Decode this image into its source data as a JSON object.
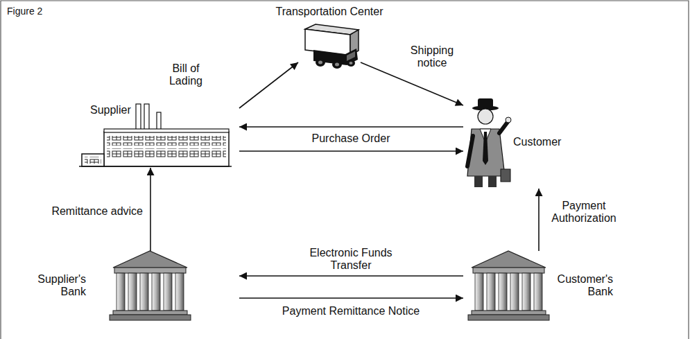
{
  "diagram": {
    "nodes": [
      {
        "text": [
          "Transportation Center"
        ]
      },
      {
        "text": [
          "Supplier"
        ]
      },
      {
        "text": [
          "Customer"
        ]
      },
      {
        "text": [
          "Supplier's Bank"
        ]
      },
      {
        "text": [
          "Customer's Bank"
        ]
      }
    ],
    "edges": [
      {
        "from": 1,
        "to": 0,
        "arrow": "to",
        "label": "Bill of Lading"
      },
      {
        "from": 0,
        "to": 2,
        "arrow": "to",
        "label": "Shipping notice"
      },
      {
        "from": 2,
        "to": 1,
        "arrow": "to",
        "label": "Purchase Order"
      },
      {
        "from": 1,
        "to": 2,
        "arrow": "to"
      },
      {
        "from": 3,
        "to": 1,
        "arrow": "to",
        "label": "Remittance advice"
      },
      {
        "from": 4,
        "to": 2,
        "arrow": "to",
        "label": "Payment Authorization"
      },
      {
        "from": 4,
        "to": 3,
        "arrow": "to",
        "label": "Electronic Funds Transfer"
      },
      {
        "from": 3,
        "to": 4,
        "arrow": "to",
        "label": "Payment Remittance Notice"
      }
    ],
    "labels": [
      "Figure 2"
    ]
  }
}
